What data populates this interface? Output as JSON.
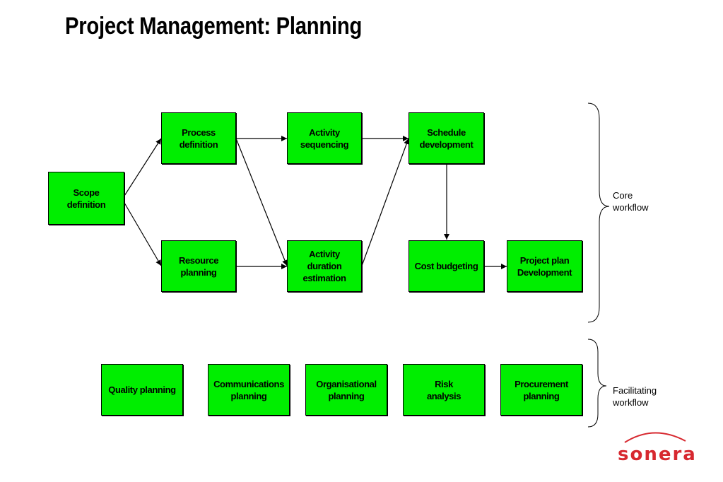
{
  "slide": {
    "title": "Project Management: Planning"
  },
  "core": {
    "scope": "Scope\ndefinition",
    "process": "Process\ndefinition",
    "resource": "Resource\nplanning",
    "sequencing": "Activity\nsequencing",
    "duration": "Activity\nduration\nestimation",
    "schedule": "Schedule\ndevelopment",
    "cost": "Cost budgeting",
    "plan": "Project plan\nDevelopment"
  },
  "facilitating": {
    "quality": "Quality planning",
    "communications": "Communications\nplanning",
    "organisational": "Organisational\nplanning",
    "risk": "Risk\nanalysis",
    "procurement": "Procurement\nplanning"
  },
  "braces": {
    "core_label": "Core\nworkflow",
    "facilitating_label": "Facilitating\nworkflow"
  },
  "logo": {
    "text": "sonera",
    "color": "#d7282f"
  },
  "colors": {
    "box_fill": "#00ee00"
  }
}
